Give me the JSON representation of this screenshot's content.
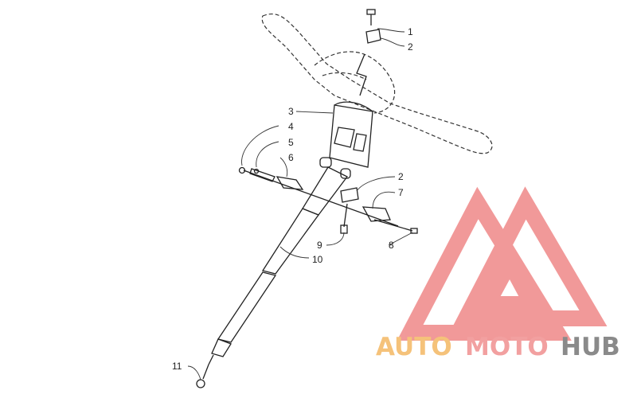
{
  "callouts": [
    {
      "id": "c1",
      "label": "1"
    },
    {
      "id": "c2a",
      "label": "2"
    },
    {
      "id": "c3",
      "label": "3"
    },
    {
      "id": "c4",
      "label": "4"
    },
    {
      "id": "c5",
      "label": "5"
    },
    {
      "id": "c6",
      "label": "6"
    },
    {
      "id": "c2b",
      "label": "2"
    },
    {
      "id": "c7",
      "label": "7"
    },
    {
      "id": "c8",
      "label": "8"
    },
    {
      "id": "c9",
      "label": "9"
    },
    {
      "id": "c10",
      "label": "10"
    },
    {
      "id": "c11",
      "label": "11"
    }
  ],
  "watermark": {
    "text_part1": "AUTO",
    "text_part2": "MOTO",
    "text_part3": "HUB",
    "color_part1": "#f5c27a",
    "color_part2": "#f2a0a0",
    "color_part3": "#8a8a8a",
    "logo_color": "#f08f8f"
  }
}
